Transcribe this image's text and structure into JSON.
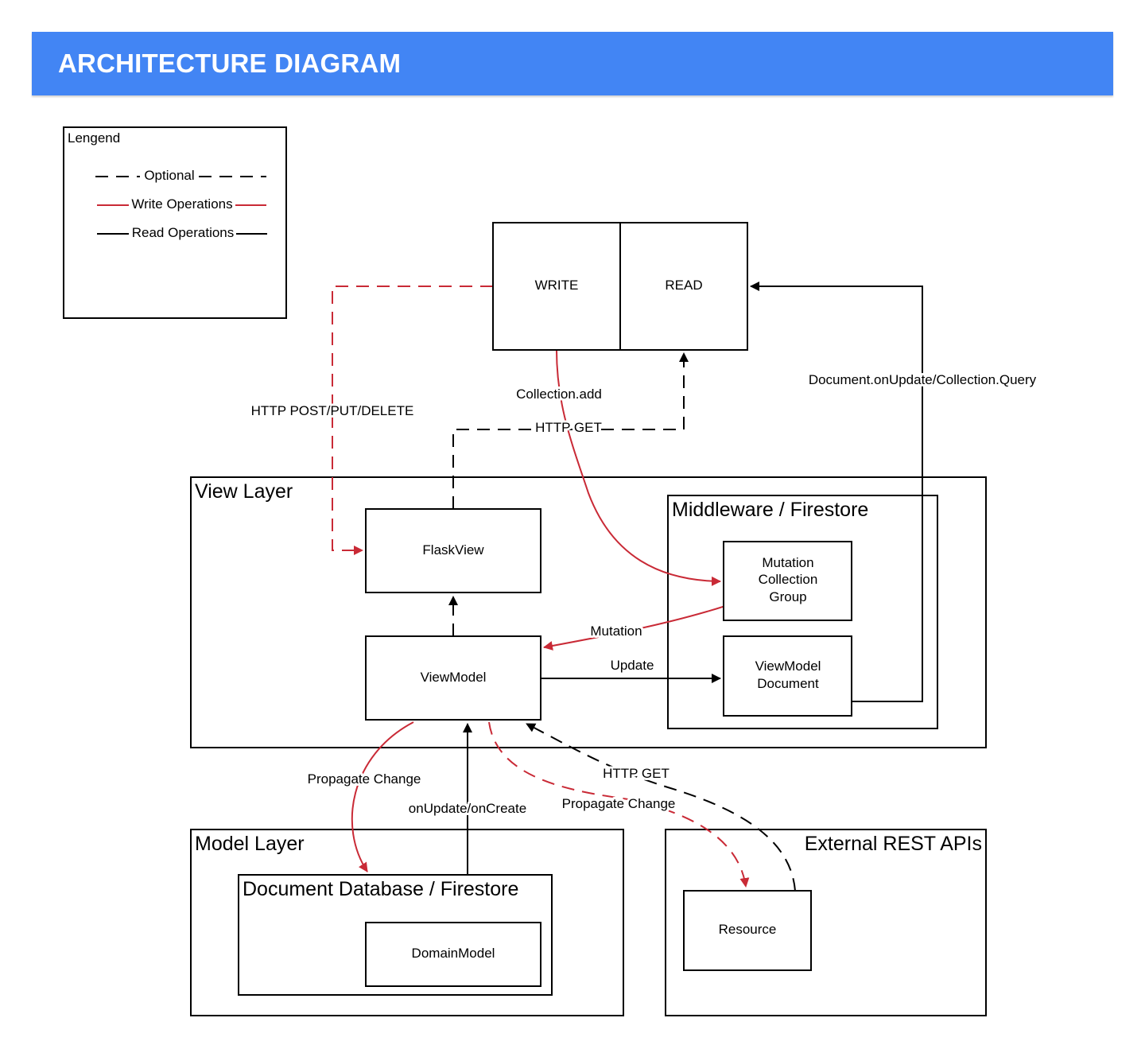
{
  "header": {
    "title": "ARCHITECTURE DIAGRAM",
    "color": "#4285f4"
  },
  "legend": {
    "title": "Lengend",
    "items": [
      {
        "label": "Optional",
        "style": "dashed",
        "color": "#000000"
      },
      {
        "label": "Write Operations",
        "style": "solid",
        "color": "#c92a36"
      },
      {
        "label": "Read Operations",
        "style": "solid",
        "color": "#000000"
      }
    ]
  },
  "nodes": {
    "write": "WRITE",
    "read": "READ",
    "view_layer": "View Layer",
    "flask_view": "FlaskView",
    "view_model": "ViewModel",
    "middleware": "Middleware / Firestore",
    "mutation_collection_group": [
      "Mutation",
      "Collection",
      "Group"
    ],
    "view_model_document": [
      "ViewModel",
      "Document"
    ],
    "model_layer": "Model Layer",
    "document_database": "Document Database / Firestore",
    "domain_model": "DomainModel",
    "external_rest_apis": "External REST APIs",
    "resource": "Resource"
  },
  "edges": {
    "http_post_put_delete": "HTTP POST/PUT/DELETE",
    "collection_add": "Collection.add",
    "http_get_top": "HTTP GET",
    "document_on_update": "Document.onUpdate/Collection.Query",
    "mutation": "Mutation",
    "update": "Update",
    "propagate_change_left": "Propagate Change",
    "on_update_on_create": "onUpdate/onCreate",
    "http_get_bottom": "HTTP GET",
    "propagate_change_right": "Propagate Change"
  },
  "colors": {
    "write": "#c92a36",
    "read": "#000000"
  }
}
